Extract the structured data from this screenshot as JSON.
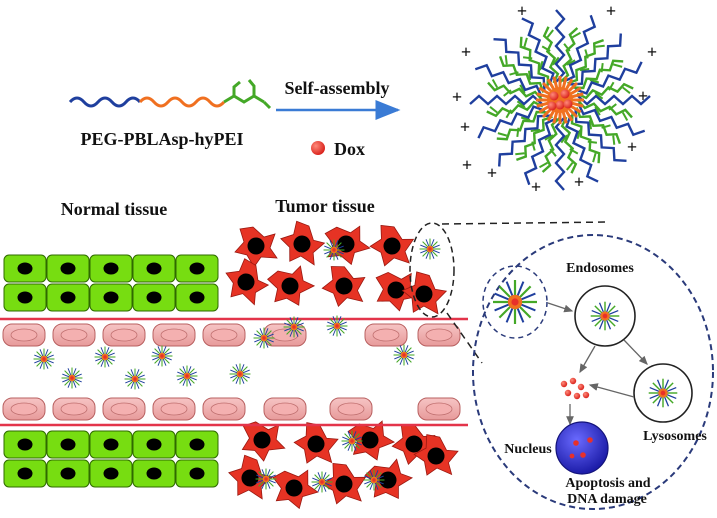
{
  "polymer_label": "PEG-PBLAsp-hyPEI",
  "arrow_label": "Self-assembly",
  "drug_label": "Dox",
  "normal_label": "Normal tissue",
  "tumor_label": "Tumor tissue",
  "endosomes_label": "Endosomes",
  "lysosomes_label": "Lysosomes",
  "nucleus_label": "Nucleus",
  "outcome_line1": "Apoptosis and",
  "outcome_line2": "DNA damage",
  "charge_symbol": "+",
  "colors": {
    "peg": "#1f3f9e",
    "pblasp": "#f07020",
    "hypei": "#44a827",
    "dox": "#e8302a",
    "normal_cell": "#77dd11",
    "tumor_cell": "#e63324",
    "endothelial": "#f0a8a8",
    "vessel_wall": "#e3344a",
    "nucleus": "#3333cc",
    "dashed": "#2a3a7a"
  }
}
